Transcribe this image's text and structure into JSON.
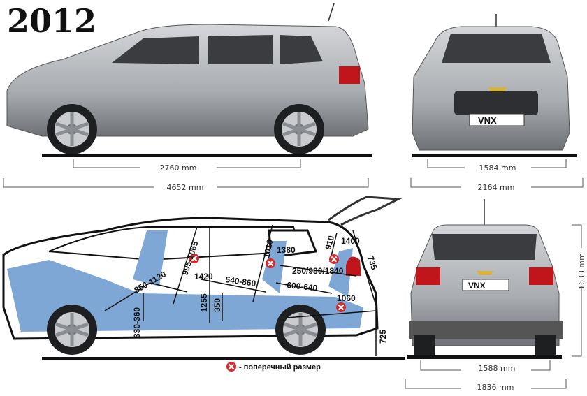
{
  "year_title": "2012",
  "plate_text": "VNX",
  "colors": {
    "body_silver": "#b8babd",
    "interior_blue": "#7ea7d6",
    "marker_red": "#d8282c",
    "taillight_red": "#c0161b"
  },
  "exterior_dimensions": {
    "wheelbase": "2760 mm",
    "length": "4652 mm",
    "front_track": "1584 mm",
    "width_with_mirrors": "2164 mm",
    "rear_track": "1588 mm",
    "width": "1836 mm",
    "height": "1633 mm"
  },
  "interior_labels": {
    "front_headroom": "995-1065",
    "front_width": "1420",
    "front_legroom": "850-1120",
    "pedal_height": "330-360",
    "interior_height": "1255",
    "seat_height": "350",
    "second_row_legroom": "540-860",
    "second_row_headroom": "1010",
    "second_row_width": "1380",
    "cargo_length": "250/980/1840",
    "third_row_legroom": "600-640",
    "third_row_headroom": "910",
    "third_row_width": "1400",
    "cargo_width": "1060",
    "tailgate_height": "735",
    "load_height": "725"
  },
  "legend": {
    "icon": "red-cross-circle",
    "text": "- поперечный размер"
  }
}
